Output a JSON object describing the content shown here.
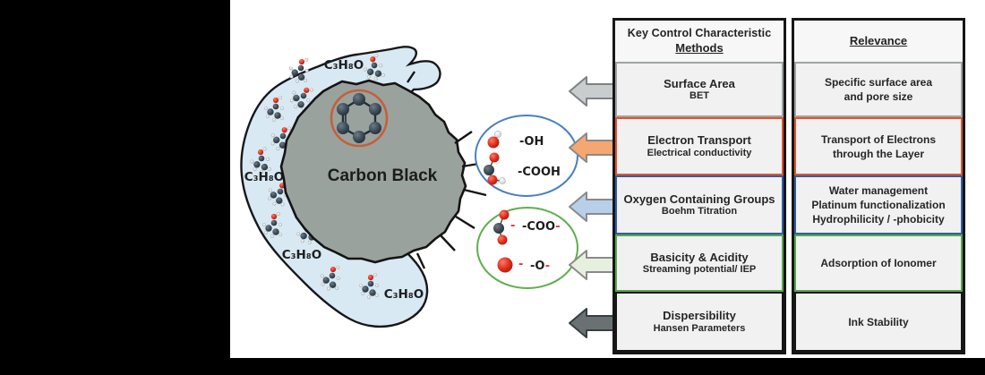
{
  "figure": {
    "particle_label": "Carbon Black",
    "solvent_label": "C₃H₈O",
    "groups": {
      "oh": "-OH",
      "cooh": "-COOH",
      "coo": "-COO",
      "o": "-O",
      "minus": "-"
    }
  },
  "table": {
    "method_title": "Key Control Characteristic",
    "method_subtitle": "Methods",
    "relevance_title": "Relevance",
    "rows": [
      {
        "name": "Surface Area",
        "technique": "BET",
        "relevance": "Specific surface area\nand pore size",
        "color": "#9fa3a5",
        "arrow_fill": "#c9cdce",
        "arrow_stroke": "#7d8284"
      },
      {
        "name": "Electron Transport",
        "technique": "Electrical conductivity",
        "relevance": "Transport of Electrons\nthrough the Layer",
        "color": "#e2532b",
        "arrow_fill": "#f5a771",
        "arrow_stroke": "#8a8a8a"
      },
      {
        "name": "Oxygen Containing Groups",
        "technique": "Boehm Titration",
        "relevance": "Water management\nPlatinum functionalization\nHydrophilicity / -phobicity",
        "color": "#2f5ea8",
        "arrow_fill": "#b7cfe9",
        "arrow_stroke": "#8a8a8a"
      },
      {
        "name": "Basicity & Acidity",
        "technique": "Streaming potential/ IEP",
        "relevance": "Adsorption of Ionomer",
        "color": "#57a847",
        "arrow_fill": "#e7f0de",
        "arrow_stroke": "#8a8a8a"
      },
      {
        "name": "Dispersibility",
        "technique": "Hansen Parameters",
        "relevance": "Ink Stability",
        "color": "#161616",
        "arrow_fill": "#6a7173",
        "arrow_stroke": "#393e40"
      }
    ]
  }
}
